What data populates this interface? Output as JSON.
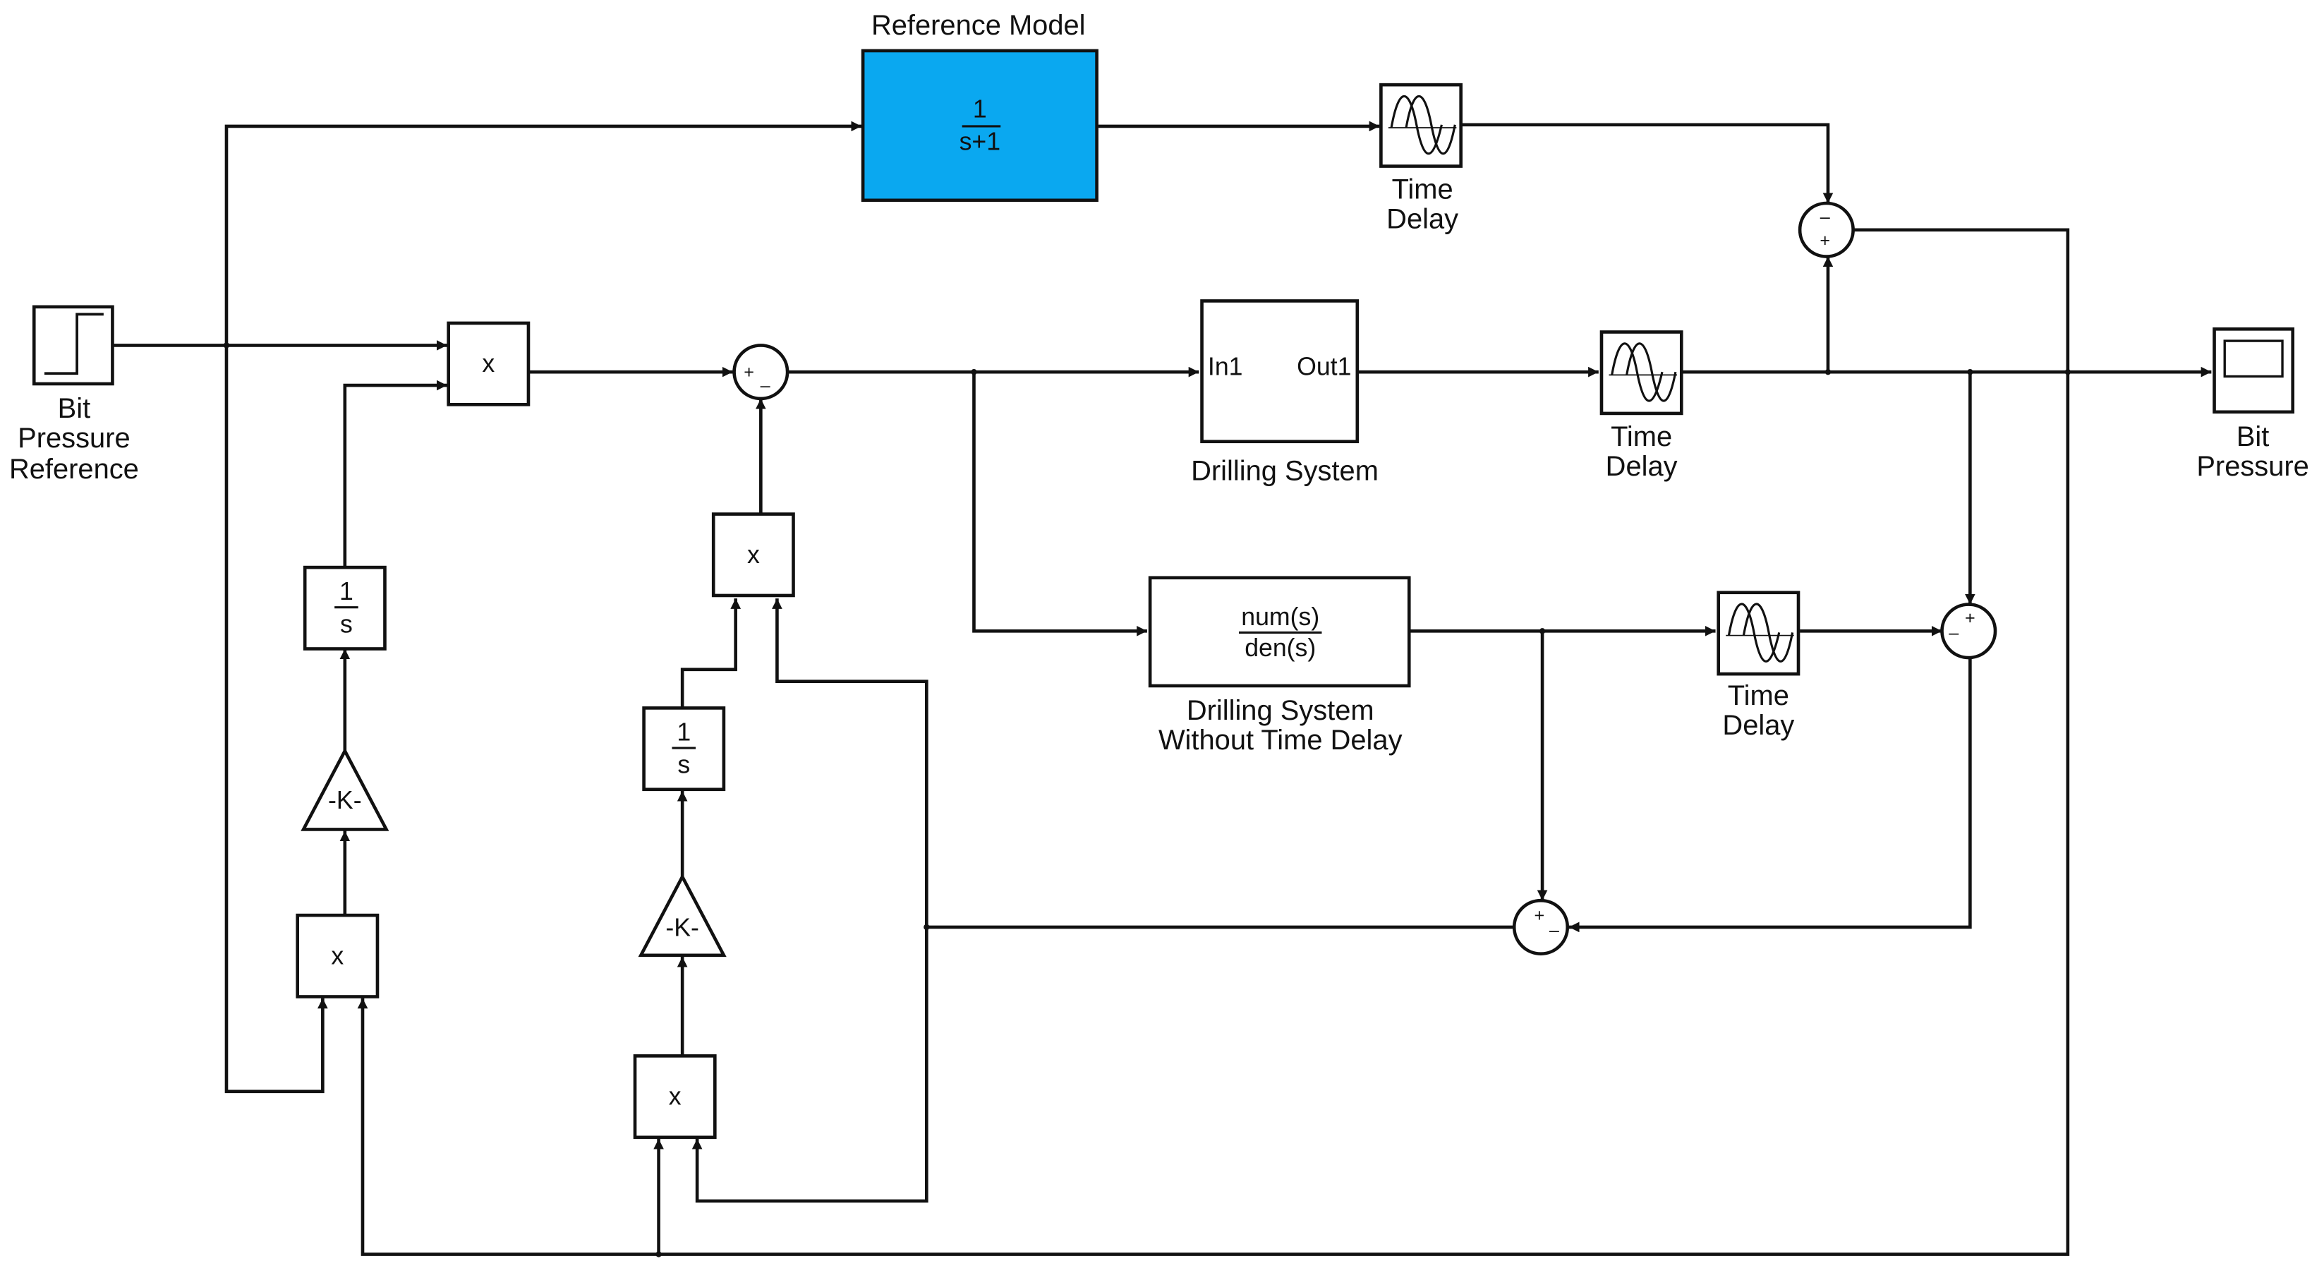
{
  "reference_model": {
    "title": "Reference Model",
    "numerator": "1",
    "denominator": "s+1",
    "fill_color": "#0aa8f0"
  },
  "source": {
    "label_lines": [
      "Bit",
      "Pressure",
      "Reference"
    ],
    "icon": "step-icon"
  },
  "scope": {
    "label_lines": [
      "Bit",
      "Pressure"
    ],
    "icon": "scope-icon"
  },
  "time_delay": {
    "label_lines": [
      "Time",
      "Delay"
    ],
    "icon": "transport-delay-icon"
  },
  "drilling_system": {
    "label": "Drilling System",
    "in_port": "In1",
    "out_port": "Out1"
  },
  "drilling_no_delay": {
    "label_lines": [
      "Drilling System",
      "Without Time Delay"
    ],
    "numerator": "num(s)",
    "denominator": "den(s)"
  },
  "product_symbol": "x",
  "gain_symbol": "-K-",
  "integrator": {
    "numerator": "1",
    "denominator": "s"
  },
  "sum_signs": {
    "top_right": [
      "–",
      "+"
    ],
    "main_left": [
      "+",
      "–"
    ],
    "right_mid": [
      "–",
      "+"
    ],
    "bottom_mid": [
      "+",
      "–"
    ]
  }
}
